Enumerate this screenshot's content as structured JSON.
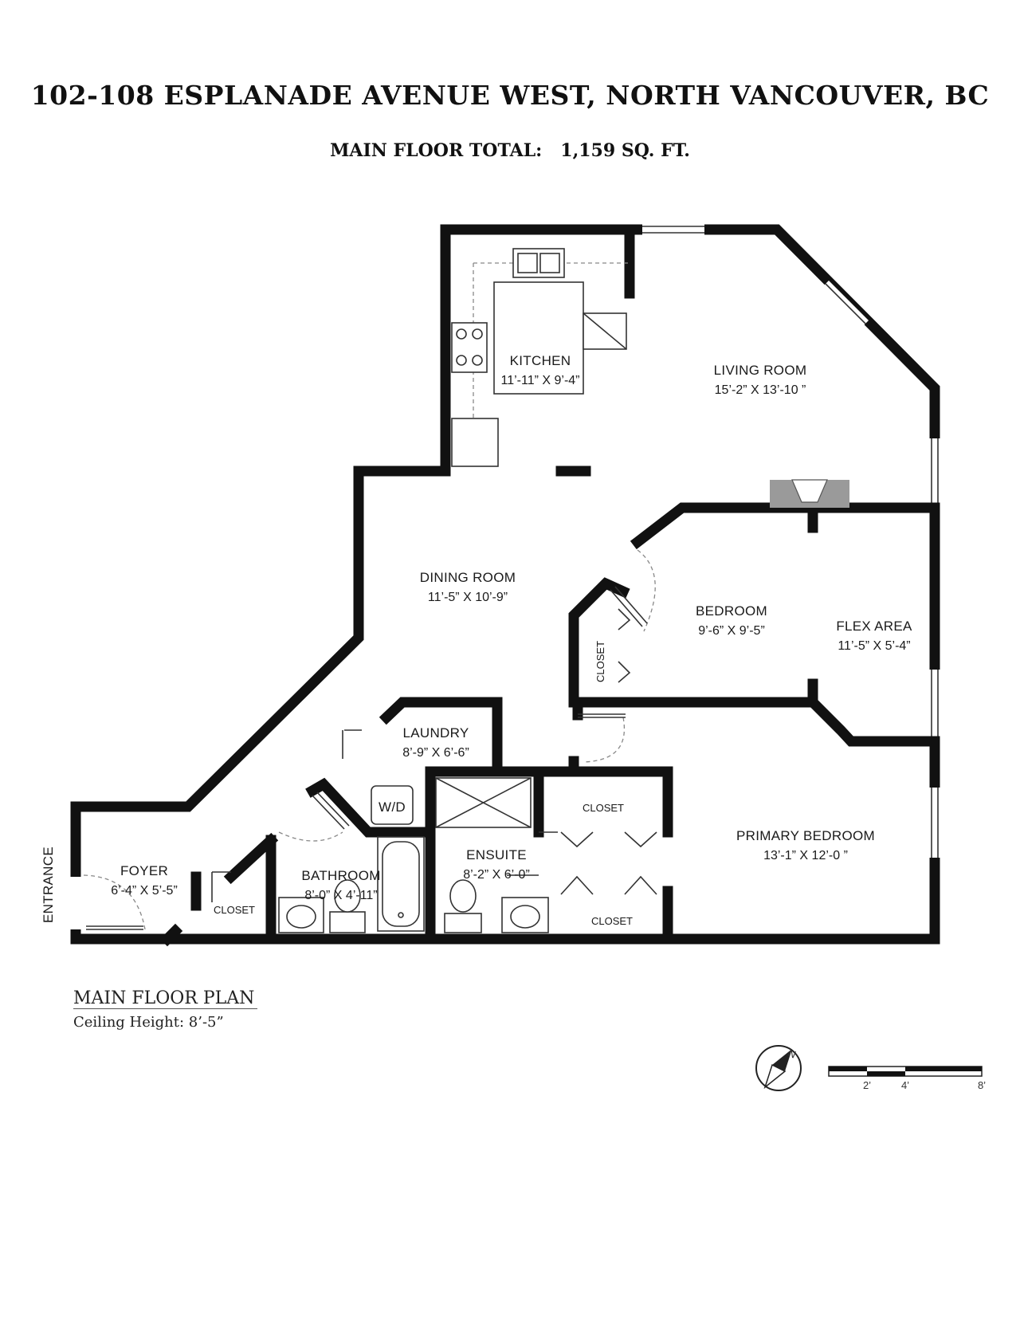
{
  "header": {
    "address": "102-108 ESPLANADE AVENUE WEST, NORTH VANCOUVER, BC",
    "total_label": "MAIN FLOOR TOTAL:",
    "total_value": "1,159 SQ. FT."
  },
  "rooms": {
    "kitchen": {
      "name": "KITCHEN",
      "dims": "11’-11” X 9’-4”"
    },
    "living": {
      "name": "LIVING ROOM",
      "dims": "15’-2” X 13’-10 ”"
    },
    "dining": {
      "name": "DINING ROOM",
      "dims": "11’-5” X 10’-9”"
    },
    "bedroom": {
      "name": "BEDROOM",
      "dims": "9’-6” X 9’-5”"
    },
    "flex": {
      "name": "FLEX AREA",
      "dims": "11’-5” X 5’-4”"
    },
    "laundry": {
      "name": "LAUNDRY",
      "dims": "8’-9” X 6’-6”"
    },
    "primary": {
      "name": "PRIMARY BEDROOM",
      "dims": "13’-1” X 12’-0 ”"
    },
    "foyer": {
      "name": "FOYER",
      "dims": "6’-4” X 5’-5”"
    },
    "bathroom": {
      "name": "BATHROOM",
      "dims": "8’-0” X 4’-11”"
    },
    "ensuite": {
      "name": "ENSUITE",
      "dims": "8’-2” X 6’-0”"
    }
  },
  "labels": {
    "closet": "CLOSET",
    "wd": "W/D",
    "entrance": "ENTRANCE",
    "north": "N"
  },
  "footer": {
    "plan_title": "MAIN FLOOR PLAN",
    "ceiling": "Ceiling Height: 8’-5”"
  },
  "scale_bar": {
    "ticks": [
      "2’",
      "4’",
      "8’"
    ]
  }
}
